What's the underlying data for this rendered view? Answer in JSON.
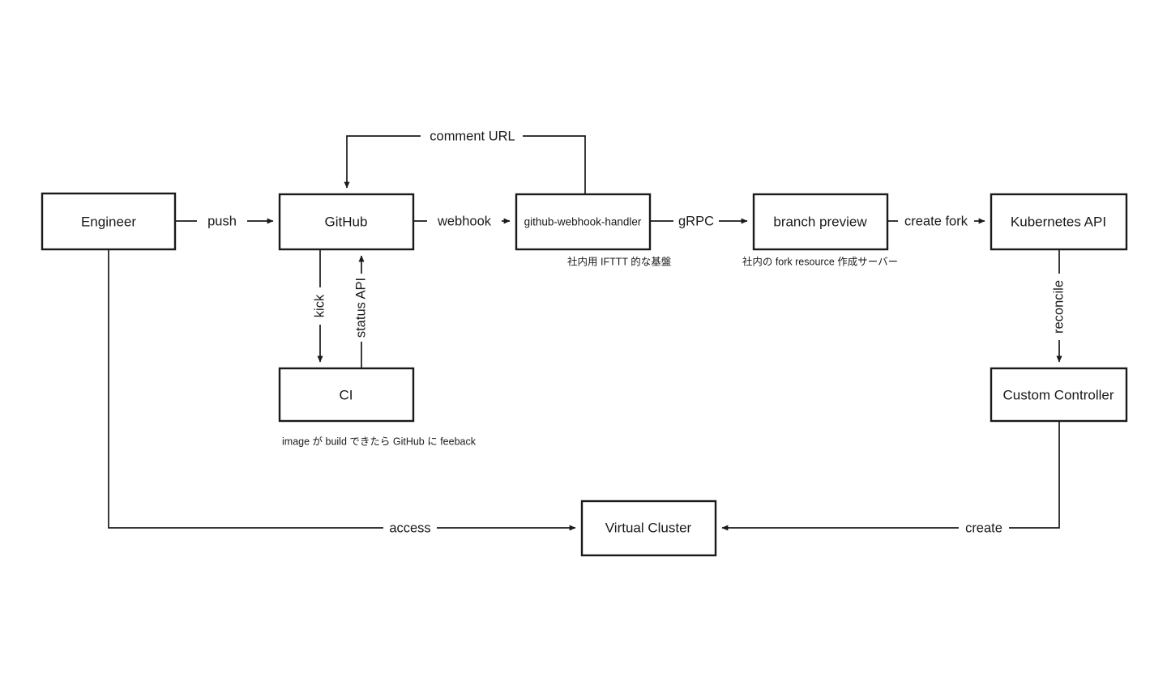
{
  "diagram": {
    "type": "flowchart",
    "background_color": "#ffffff",
    "line_color": "#1a1a1a",
    "nodes": [
      {
        "id": "engineer",
        "label": "Engineer"
      },
      {
        "id": "github",
        "label": "GitHub"
      },
      {
        "id": "handler",
        "label": "github-webhook-handler"
      },
      {
        "id": "preview",
        "label": "branch preview"
      },
      {
        "id": "k8s",
        "label": "Kubernetes API"
      },
      {
        "id": "ci",
        "label": "CI"
      },
      {
        "id": "controller",
        "label": "Custom Controller"
      },
      {
        "id": "vcluster",
        "label": "Virtual Cluster"
      }
    ],
    "notes": [
      {
        "id": "note-handler",
        "text": "社内用 IFTTT 的な基盤"
      },
      {
        "id": "note-preview",
        "text": "社内の fork resource 作成サーバー"
      },
      {
        "id": "note-ci",
        "text": "image が build できたら GitHub に feeback"
      }
    ],
    "edges": [
      {
        "id": "engineer-github",
        "label": "push",
        "from": "engineer",
        "to": "github",
        "orientation": "horizontal"
      },
      {
        "id": "github-handler",
        "label": "webhook",
        "from": "github",
        "to": "handler",
        "orientation": "horizontal"
      },
      {
        "id": "handler-preview",
        "label": "gRPC",
        "from": "handler",
        "to": "preview",
        "orientation": "horizontal"
      },
      {
        "id": "preview-k8s",
        "label": "create fork",
        "from": "preview",
        "to": "k8s",
        "orientation": "horizontal"
      },
      {
        "id": "handler-github",
        "label": "comment URL",
        "from": "handler",
        "to": "github",
        "orientation": "horizontal"
      },
      {
        "id": "github-ci",
        "label": "kick",
        "from": "github",
        "to": "ci",
        "orientation": "vertical"
      },
      {
        "id": "ci-github",
        "label": "status API",
        "from": "ci",
        "to": "github",
        "orientation": "vertical"
      },
      {
        "id": "k8s-controller",
        "label": "reconcile",
        "from": "k8s",
        "to": "controller",
        "orientation": "vertical"
      },
      {
        "id": "engineer-vcluster",
        "label": "access",
        "from": "engineer",
        "to": "vcluster",
        "orientation": "horizontal"
      },
      {
        "id": "controller-vcluster",
        "label": "create",
        "from": "controller",
        "to": "vcluster",
        "orientation": "horizontal"
      }
    ]
  }
}
